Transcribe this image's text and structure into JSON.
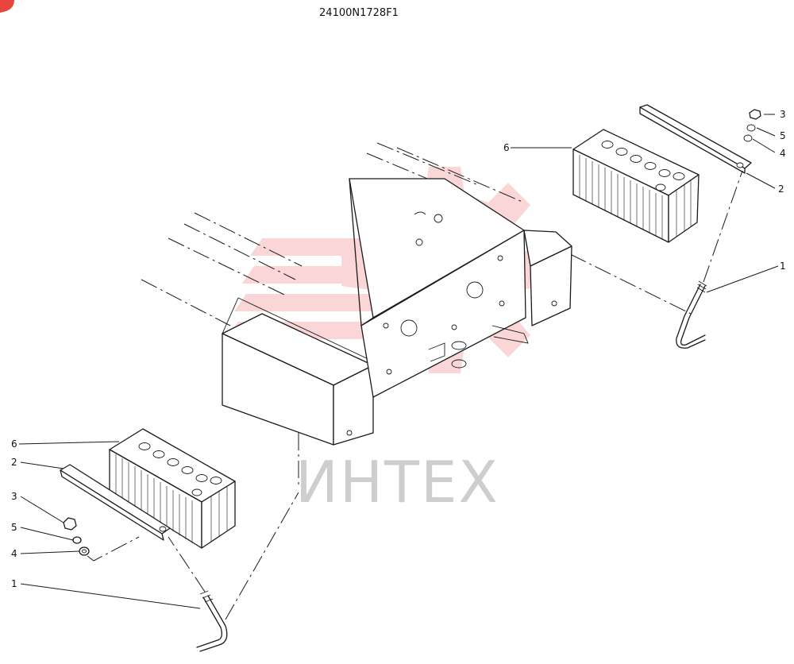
{
  "drawing_code": "24100N1728F1",
  "watermark_text": "ИНТЕХ",
  "watermark_color": "#f28b8b",
  "corner_badge_color": "#e8463c",
  "callouts": {
    "battery": "6",
    "clamp_bar": "2",
    "nut": "3",
    "spring_washer": "5",
    "washer": "4",
    "hook_bolt": "1"
  }
}
